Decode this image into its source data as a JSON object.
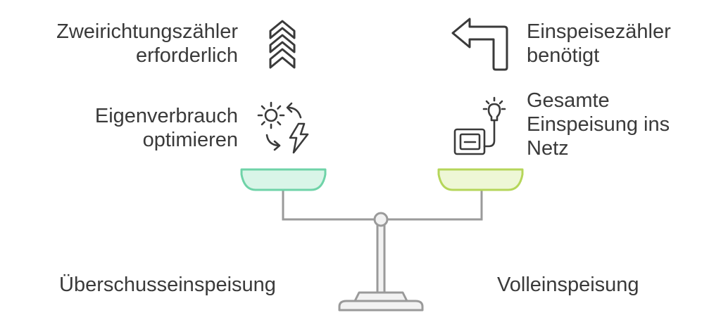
{
  "left": {
    "requirement": "Zweirichtungszähler\nerforderlich",
    "benefit": "Eigenverbrauch\noptimieren",
    "option": "Überschusseinspeisung",
    "accent_color": "#6fd3a8",
    "pan_fill": "#d9f5e8"
  },
  "right": {
    "requirement": "Einspeisezähler\nbenötigt",
    "benefit": "Gesamte\nEinspeisung ins\nNetz",
    "option": "Volleinspeisung",
    "accent_color": "#b5d65a",
    "pan_fill": "#eef7d6"
  },
  "icons": {
    "left_requirement": "double-chevron-up-icon",
    "left_benefit": "sun-cycle-lightning-icon",
    "right_requirement": "turn-left-arrow-icon",
    "right_benefit": "generator-lightbulb-icon"
  },
  "colors": {
    "text": "#3a3a3a",
    "icon_stroke": "#3a3a3a",
    "scale_stroke": "#9a9a9a",
    "scale_fill": "#f2f2f2"
  }
}
